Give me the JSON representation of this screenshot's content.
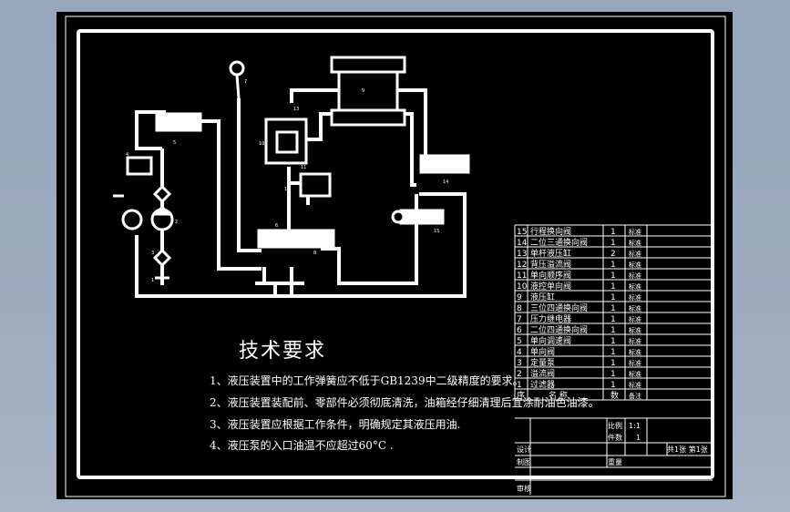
{
  "requirements": {
    "title": "技术要求",
    "items": [
      "1、液压装置中的工作弹簧应不低于GB1239中二级精度的要求。",
      "2、液压装置装配前、零部件必须彻底清洗，油箱经仔细清理后宜涂耐油色油漆。",
      "3、液压装置应根据工作条件，明确规定其液压用油.",
      "4、液压泵的入口油温不应超过60°C ."
    ]
  },
  "bom": [
    {
      "no": "15",
      "name": "行程换向阀",
      "qty": "1",
      "note": "标准"
    },
    {
      "no": "14",
      "name": "二位三通换向阀",
      "qty": "1",
      "note": "标准"
    },
    {
      "no": "13",
      "name": "单杆液压缸",
      "qty": "2",
      "note": "标准"
    },
    {
      "no": "12",
      "name": "背压溢流阀",
      "qty": "1",
      "note": "标准"
    },
    {
      "no": "11",
      "name": "单向顺序阀",
      "qty": "1",
      "note": "标准"
    },
    {
      "no": "10",
      "name": "液控单向阀",
      "qty": "1",
      "note": "标准"
    },
    {
      "no": "9",
      "name": "液压缸",
      "qty": "1",
      "note": "标准"
    },
    {
      "no": "8",
      "name": "三位四通换向阀",
      "qty": "1",
      "note": "标准"
    },
    {
      "no": "7",
      "name": "压力继电器",
      "qty": "1",
      "note": "标准"
    },
    {
      "no": "6",
      "name": "二位四通换向阀",
      "qty": "1",
      "note": "标准"
    },
    {
      "no": "5",
      "name": "单向调速阀",
      "qty": "1",
      "note": "标准"
    },
    {
      "no": "4",
      "name": "单向阀",
      "qty": "1",
      "note": "标准"
    },
    {
      "no": "3",
      "name": "定量泵",
      "qty": "1",
      "note": "标准"
    },
    {
      "no": "2",
      "name": "溢流阀",
      "qty": "1",
      "note": "标准"
    },
    {
      "no": "1",
      "name": "过滤器",
      "qty": "1",
      "note": "标准"
    }
  ],
  "bom_header": {
    "no": "序",
    "name": "名  称",
    "qty": "数",
    "note": "备注"
  },
  "title_block": {
    "scale_label": "比例",
    "scale_value": "1:1",
    "qty_label": "件数",
    "qty_value": "1",
    "sheets": "共1张  第1张",
    "weight_label": "重量",
    "design": "设计",
    "draw": "制图",
    "check": "审核"
  },
  "diagram_labels": [
    "1",
    "2",
    "3",
    "4",
    "5",
    "6",
    "7",
    "8",
    "9",
    "10",
    "11",
    "12",
    "13",
    "14",
    "15"
  ],
  "colors": {
    "line": "#ffffff",
    "background": "#000000",
    "frame": "#ffffff"
  }
}
